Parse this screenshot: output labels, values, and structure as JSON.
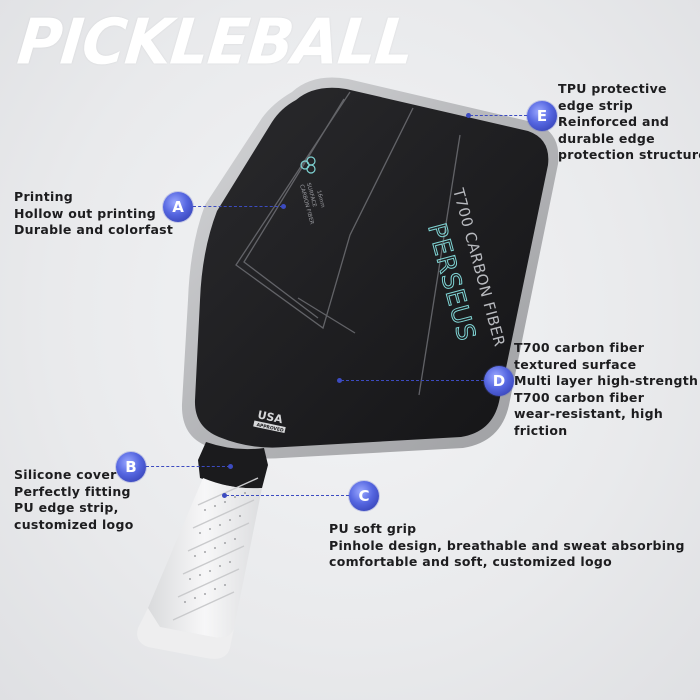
{
  "title": "PICKLEBALL",
  "paddle": {
    "line1": "T700 CARBON FIBER",
    "line2": "PERSEUS",
    "usa_label": "USA",
    "usa_sub": "APPROVED",
    "small_print": [
      "CARBON FIBER",
      "SURFACE",
      "16mm"
    ]
  },
  "callouts": {
    "a": {
      "letter": "A",
      "lines": [
        "Printing",
        "Hollow out printing",
        "Durable and colorfast"
      ]
    },
    "b": {
      "letter": "B",
      "lines": [
        "Silicone cover",
        "Perfectly fitting",
        "PU edge strip,",
        "customized logo"
      ]
    },
    "c": {
      "letter": "C",
      "lines": [
        "PU soft grip",
        "Pinhole design, breathable and sweat absorbing",
        "comfortable and soft, customized logo"
      ]
    },
    "d": {
      "letter": "D",
      "lines": [
        "T700 carbon fiber",
        "textured surface",
        "Multi layer high-strength",
        "T700 carbon fiber",
        "wear-resistant, high",
        "friction"
      ]
    },
    "e": {
      "letter": "E",
      "lines": [
        "TPU protective",
        "edge strip",
        "Reinforced and",
        "durable edge",
        "protection structure"
      ]
    }
  },
  "colors": {
    "marker": "#4a59d6",
    "paddle_face": "#1f1f21",
    "edge_guard": "#bfc0c2",
    "accent_text": "#7fd4d4"
  }
}
